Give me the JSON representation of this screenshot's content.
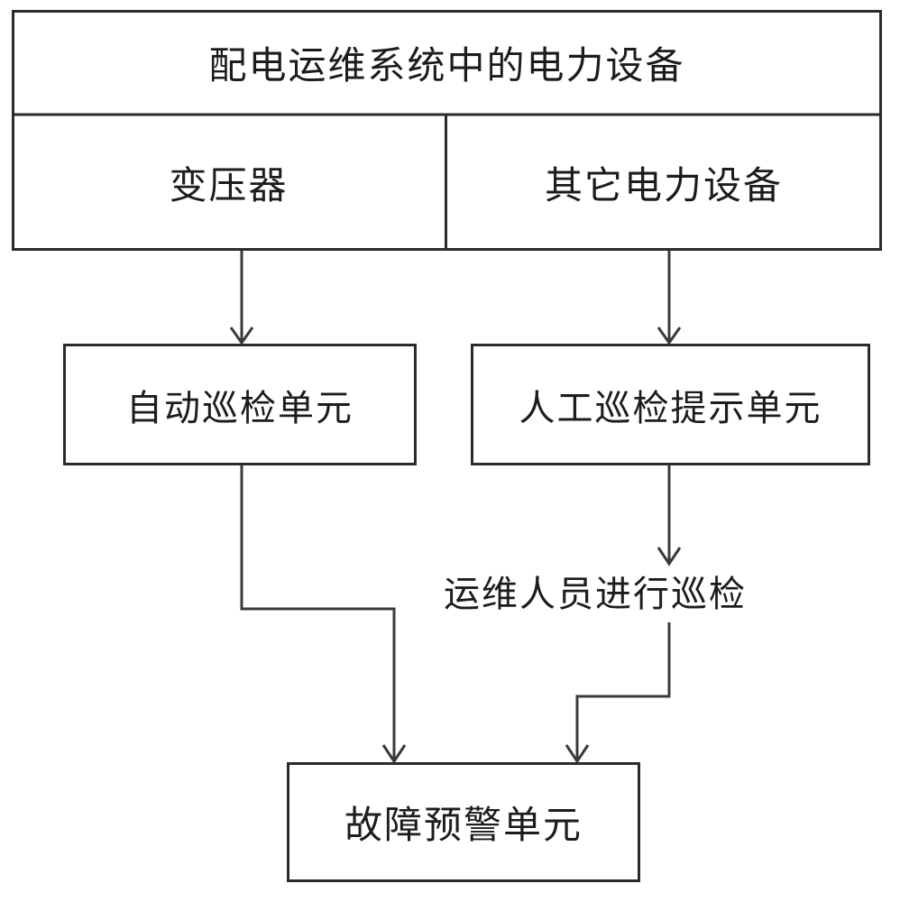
{
  "diagram": {
    "type": "flowchart",
    "title_block": {
      "label": "配电运维系统中的电力设备"
    },
    "equipment_row": [
      {
        "label": "变压器"
      },
      {
        "label": "其它电力设备"
      }
    ],
    "inspection_units": [
      {
        "label": "自动巡检单元"
      },
      {
        "label": "人工巡检提示单元"
      }
    ],
    "process_text": {
      "label": "运维人员进行巡检"
    },
    "output_unit": {
      "label": "故障预警单元"
    },
    "connections": [
      {
        "from": "变压器",
        "to": "自动巡检单元",
        "arrow": "down"
      },
      {
        "from": "其它电力设备",
        "to": "人工巡检提示单元",
        "arrow": "down"
      },
      {
        "from": "人工巡检提示单元",
        "to": "运维人员进行巡检",
        "arrow": "down"
      },
      {
        "from": "自动巡检单元",
        "to": "故障预警单元",
        "arrow": "elbow-right-down"
      },
      {
        "from": "运维人员进行巡检",
        "to": "故障预警单元",
        "arrow": "elbow-left-down"
      }
    ],
    "colors": {
      "stroke": "#2b2b2b",
      "connector": "#3a3a3a",
      "fill": "#ffffff",
      "text": "#1c1c1c"
    }
  }
}
